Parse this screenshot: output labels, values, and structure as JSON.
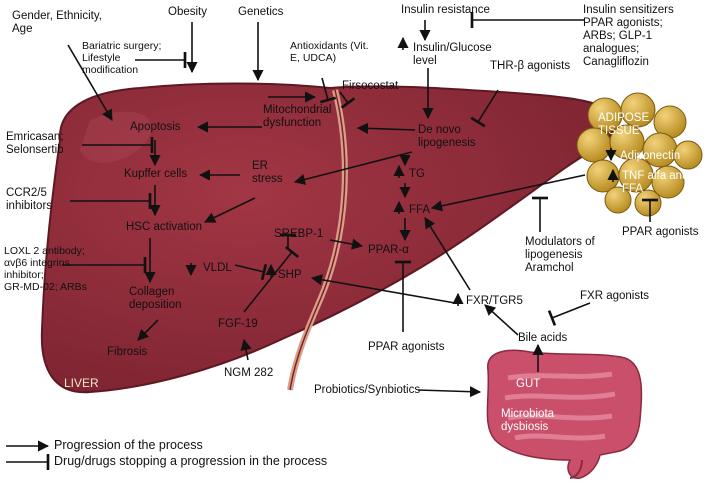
{
  "labels": {
    "gender": "Gender, Ethnicity,\nAge",
    "obesity": "Obesity",
    "genetics": "Genetics",
    "insulin_resistance": "Insulin resistance",
    "insulin_sensitizers": "Insulin sensitizers\nPPAR agonists;\nARBs; GLP-1\nanalogues;\nCanagliflozin",
    "bariatric": "Bariatric surgery;\nLifestyle\nmodification",
    "antioxidants": "Antioxidants (Vit.\nE, UDCA)",
    "insulin_glucose": "Insulin/Glucose\nlevel",
    "firsocostat": "Firsocostat",
    "thr_beta": "THR-β agonists",
    "mitochondrial": "Mitochondrial\ndysfunction",
    "apoptosis": "Apoptosis",
    "de_novo": "De novo\nlipogenesis",
    "emricasan": "Emricasan;\nSelonsertib",
    "adipose": "ADIPOSE\nTISSUE",
    "adiponectin": "Adiponectin",
    "tnf": "TNF alfa and\nFFA",
    "kupffer": "Kupffer cells",
    "er_stress": "ER\nstress",
    "tg": "TG",
    "ffa": "FFA",
    "ccr": "CCR2/5\ninhibitors",
    "hsc": "HSC activation",
    "srebp": "SREBP-1",
    "ppar_alpha": "PPAR-α",
    "loxl": "LOXL 2 antibody;\nαvβ6 integrins\ninhibitor;\nGR-MD-02; ARBs",
    "vldl": "VLDL",
    "shp": "SHP",
    "modulators": "Modulators of\nlipogenesis\nAramchol",
    "ppar_right": "PPAR agonists",
    "collagen": "Collagen\ndeposition",
    "fxr_tgr5": "FXR/TGR5",
    "fxr_agonists": "FXR agonists",
    "fgf19": "FGF-19",
    "bile_acids": "Bile acids",
    "fibrosis": "Fibrosis",
    "ppar_bottom": "PPAR agonists",
    "ngm": "NGM 282",
    "liver": "LIVER",
    "gut": "GUT",
    "probiotics": "Probiotics/Synbiotics",
    "microbiota": "Microbiota\ndysbiosis"
  },
  "legend": {
    "progression": "Progression of the process",
    "inhibition": "Drug/drugs stopping a progression in the process"
  },
  "colors": {
    "liver": "#8e2a34",
    "liver_dark": "#6d1d27",
    "gallbladder_band": "#d9a086",
    "adipose": "#c7a13a",
    "gut": "#c94f6a"
  }
}
